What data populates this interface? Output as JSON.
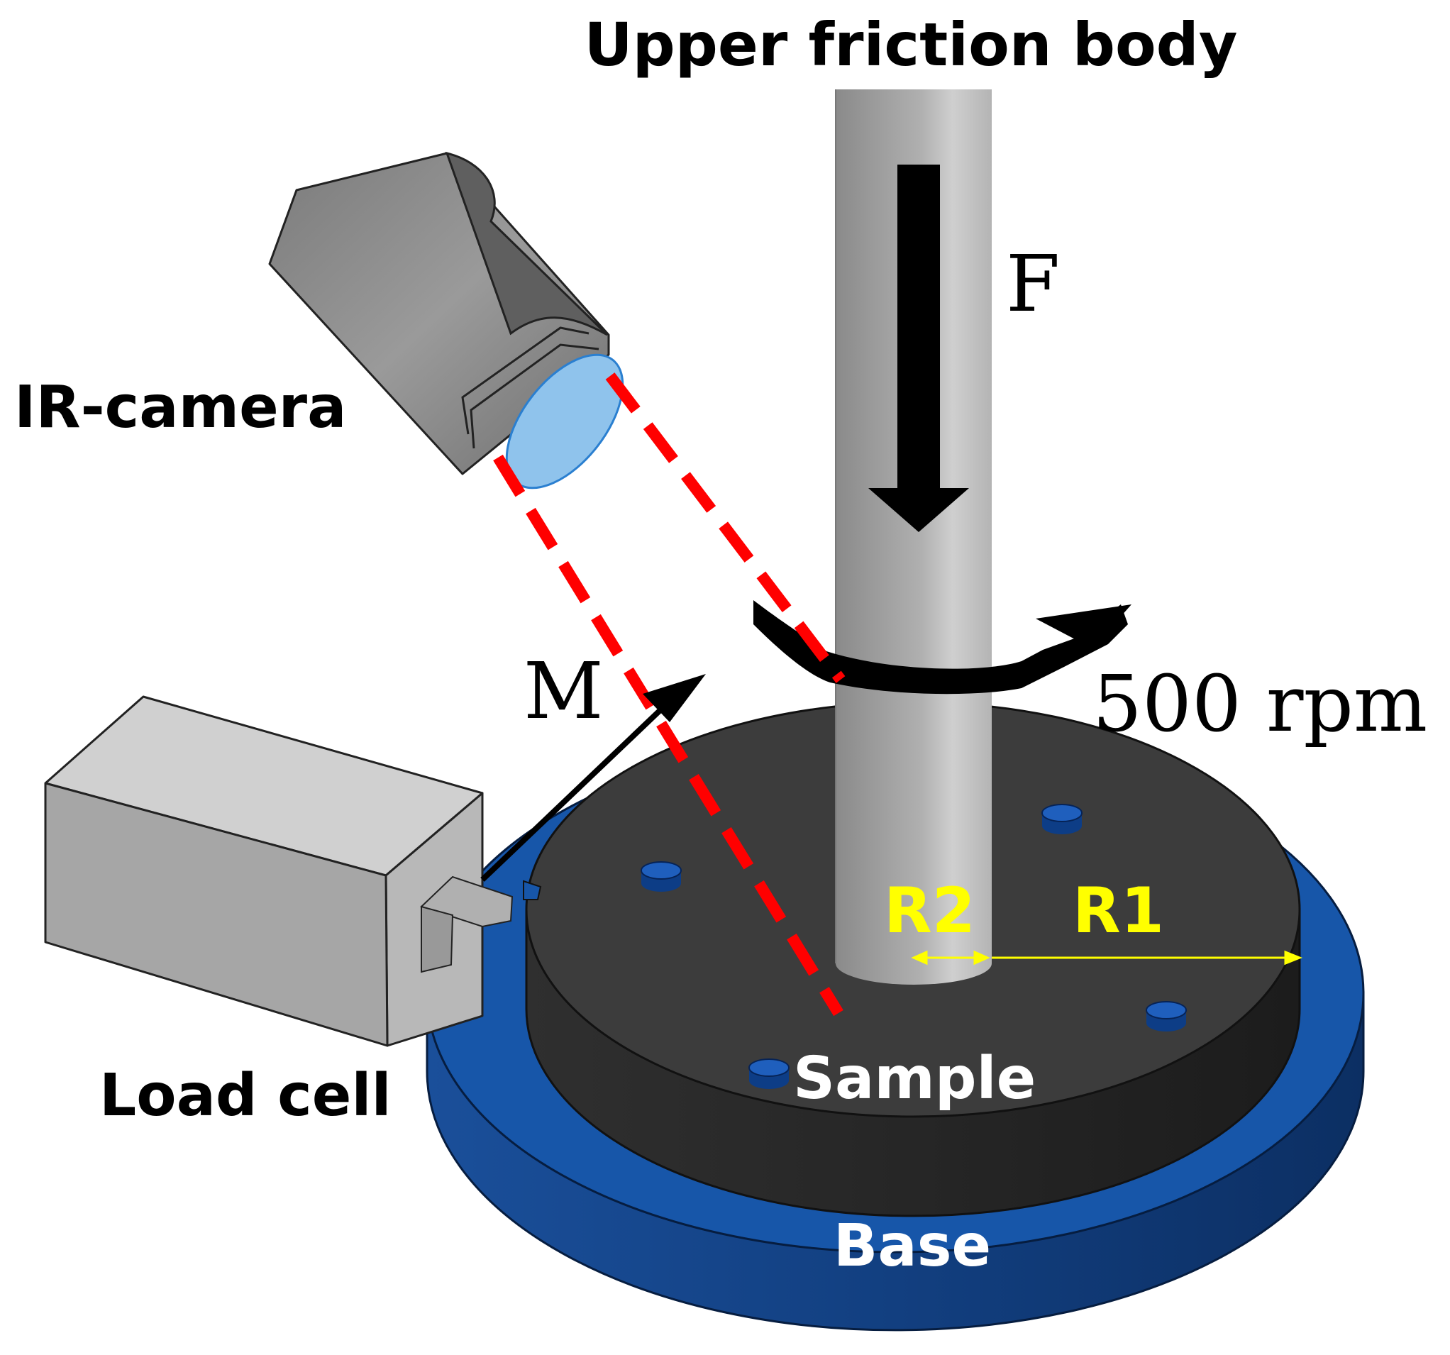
{
  "labels": {
    "upper_friction_body": "Upper friction body",
    "ir_camera": "IR-camera",
    "load_cell": "Load cell",
    "sample": "Sample",
    "base": "Base",
    "force": "F",
    "moment": "M",
    "speed": "500 rpm",
    "r2": "R2",
    "r1": "R1"
  },
  "colors": {
    "base_blue": "#1756a9",
    "base_dark": "#0e3a75",
    "sample_dark": "#3b3b3b",
    "shaft_gray": "#a9a9a9",
    "laser_red": "#ff0000",
    "radius_yellow": "#ffff00",
    "lens_blue": "#8fc3ec"
  }
}
